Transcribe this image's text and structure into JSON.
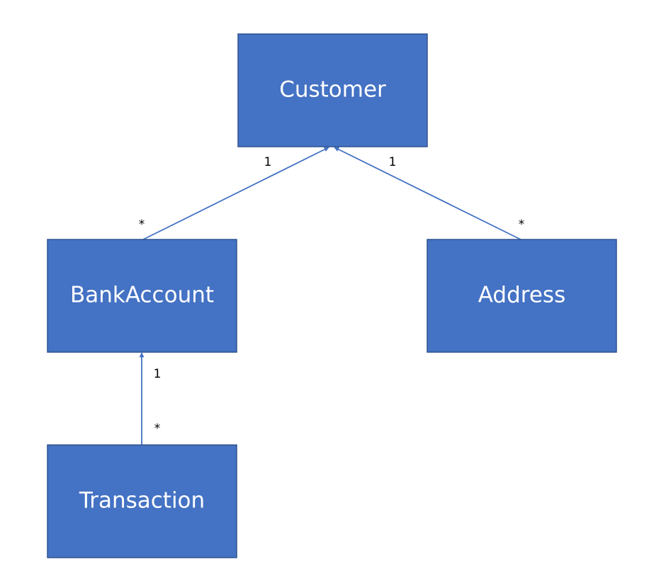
{
  "colors": {
    "box_fill": "#4472c4",
    "box_border": "#2f528f",
    "connector": "#4472c4",
    "label_text": "#ffffff",
    "multiplicity_text": "#000000",
    "background": "#ffffff"
  },
  "entities": {
    "customer": {
      "label": "Customer"
    },
    "bank_account": {
      "label": "BankAccount"
    },
    "address": {
      "label": "Address"
    },
    "transaction": {
      "label": "Transaction"
    }
  },
  "associations": [
    {
      "from": "BankAccount",
      "to": "Customer",
      "from_multiplicity": "*",
      "to_multiplicity": "1",
      "arrow_at": "Customer"
    },
    {
      "from": "Address",
      "to": "Customer",
      "from_multiplicity": "*",
      "to_multiplicity": "1",
      "arrow_at": "Customer"
    },
    {
      "from": "Transaction",
      "to": "BankAccount",
      "from_multiplicity": "*",
      "to_multiplicity": "1",
      "arrow_at": "BankAccount"
    }
  ]
}
